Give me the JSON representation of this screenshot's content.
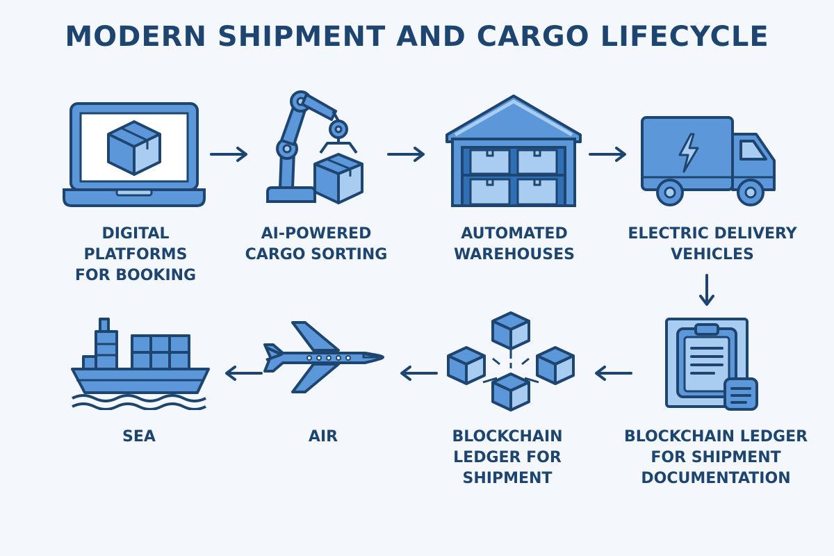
{
  "title": "MODERN SHIPMENT AND CARGO LIFECYCLE",
  "colors": {
    "outline": "#1d4570",
    "fill_primary": "#5b97d9",
    "fill_light": "#a9cdf1",
    "background": "#f4f8fc",
    "text": "#1d4570"
  },
  "steps": [
    {
      "label": "DIGITAL PLATFORMS\nFOR BOOKING",
      "icon": "laptop-box-icon"
    },
    {
      "label": "AI-POWERED\nCARGO SORTING",
      "icon": "robot-arm-icon"
    },
    {
      "label": "AUTOMATED\nWAREHOUSES",
      "icon": "warehouse-icon"
    },
    {
      "label": "ELECTRIC DELIVERY\nVEHICLES",
      "icon": "electric-truck-icon"
    },
    {
      "label": "BLOCKCHAIN LEDGER\nFOR SHIPMENT\nDOCUMENTATION",
      "icon": "clipboard-document-icon"
    },
    {
      "label": "BLOCKCHAIN\nLEDGER FOR\nSHIPMENT",
      "icon": "blockchain-cubes-icon"
    },
    {
      "label": "AIR",
      "icon": "airplane-icon"
    },
    {
      "label": "SEA",
      "icon": "cargo-ship-icon"
    }
  ]
}
